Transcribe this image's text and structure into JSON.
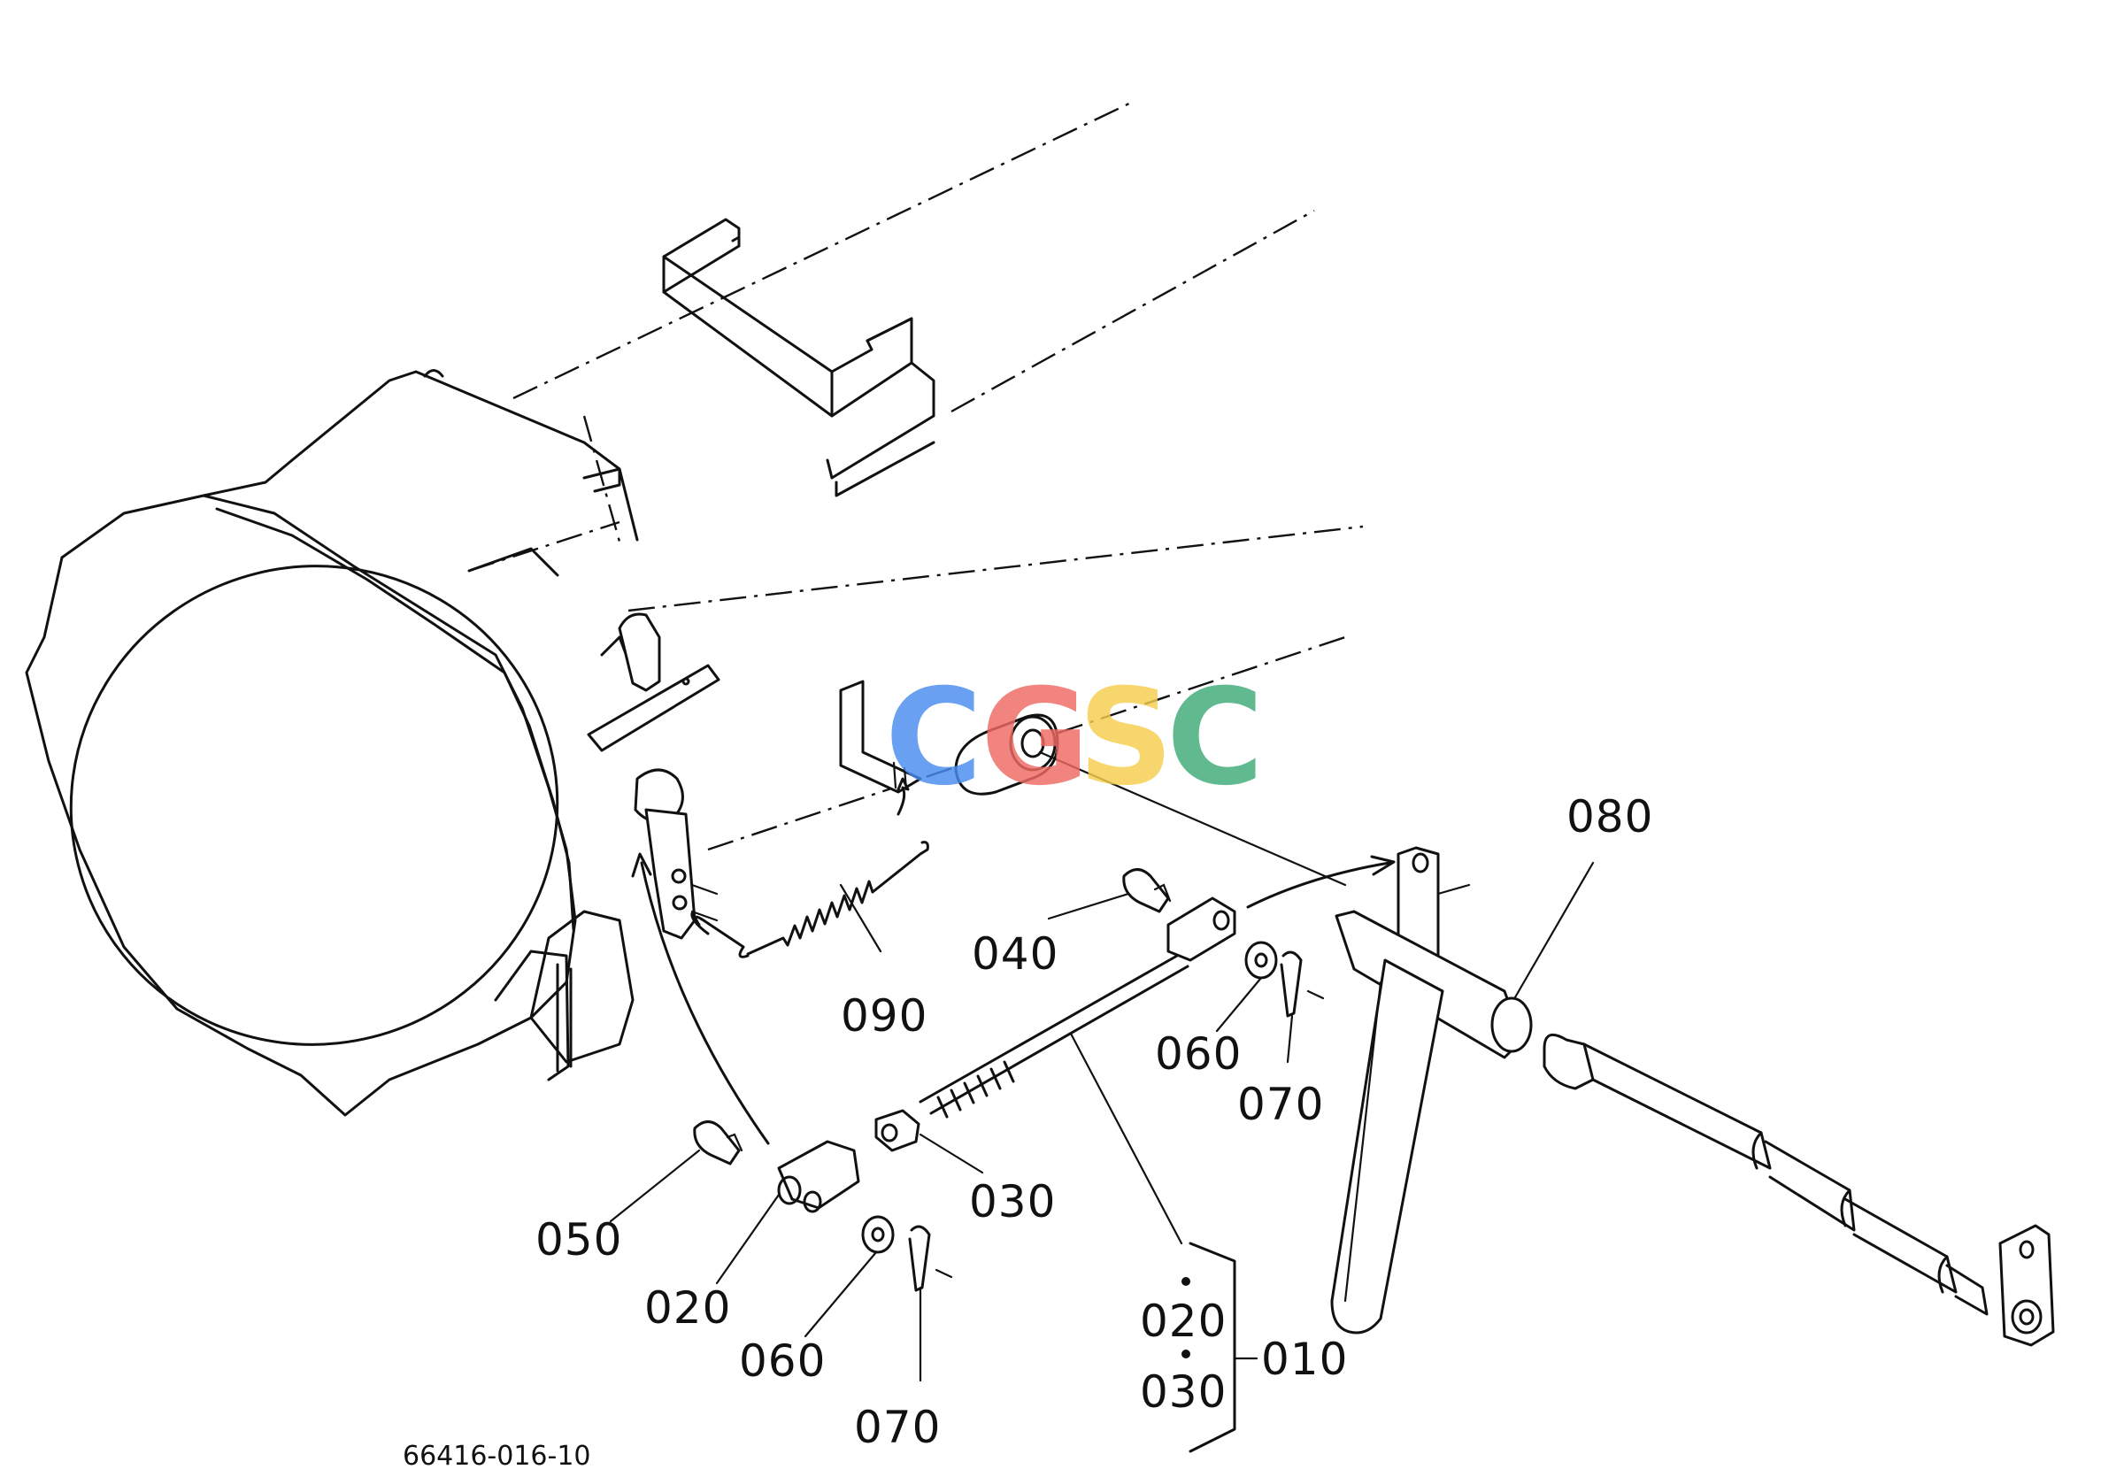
{
  "drawing_code": "66416-016-10",
  "watermark": {
    "letters": [
      "C",
      "G",
      "S",
      "C"
    ],
    "colors": [
      "#4a8cf0",
      "#f06a63",
      "#f6cf4e",
      "#3faa78"
    ]
  },
  "callouts": {
    "p010": "010",
    "p020": "020",
    "p030": "030",
    "p040": "040",
    "p050": "050",
    "p060": "060",
    "p070": "070",
    "p080": "080",
    "p090": "090"
  },
  "assembly_group": {
    "members": [
      "020",
      "030"
    ],
    "parent": "010"
  },
  "line_color": "#111111"
}
